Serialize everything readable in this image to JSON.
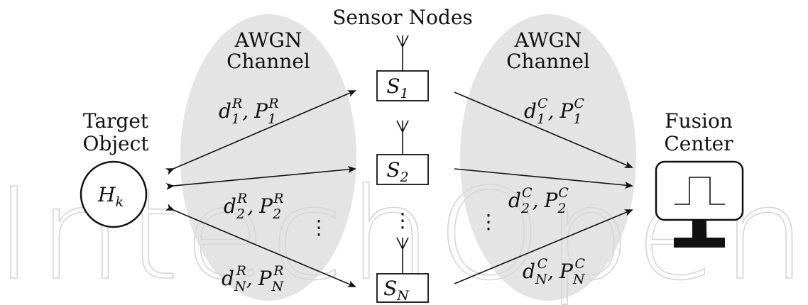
{
  "labels": {
    "sensor_nodes": "Sensor Nodes",
    "channel_left_line1": "AWGN",
    "channel_left_line2": "Channel",
    "channel_right_line1": "AWGN",
    "channel_right_line2": "Channel",
    "target_line1": "Target",
    "target_line2": "Object",
    "fusion_line1": "Fusion",
    "fusion_line2": "Center"
  },
  "target_node": {
    "base": "H",
    "sub": "k"
  },
  "sensors": [
    {
      "base": "S",
      "sub": "1"
    },
    {
      "base": "S",
      "sub": "2"
    },
    {
      "base": "S",
      "sub": "N"
    }
  ],
  "left_link_labels": [
    {
      "d_sub": "1",
      "d_sup": "R",
      "p_sub": "1",
      "p_sup": "R"
    },
    {
      "d_sub": "2",
      "d_sup": "R",
      "p_sub": "2",
      "p_sup": "R"
    },
    {
      "d_sub": "N",
      "d_sup": "R",
      "p_sub": "N",
      "p_sup": "R"
    }
  ],
  "right_link_labels": [
    {
      "d_sub": "1",
      "d_sup": "C",
      "p_sub": "1",
      "p_sup": "C"
    },
    {
      "d_sub": "2",
      "d_sup": "C",
      "p_sub": "2",
      "p_sup": "C"
    },
    {
      "d_sub": "N",
      "d_sup": "C",
      "p_sub": "N",
      "p_sup": "C"
    }
  ],
  "symbols": {
    "d": "d",
    "p": "P",
    "sep": ",",
    "dots": "⋮"
  },
  "watermark": "IntechOpen"
}
